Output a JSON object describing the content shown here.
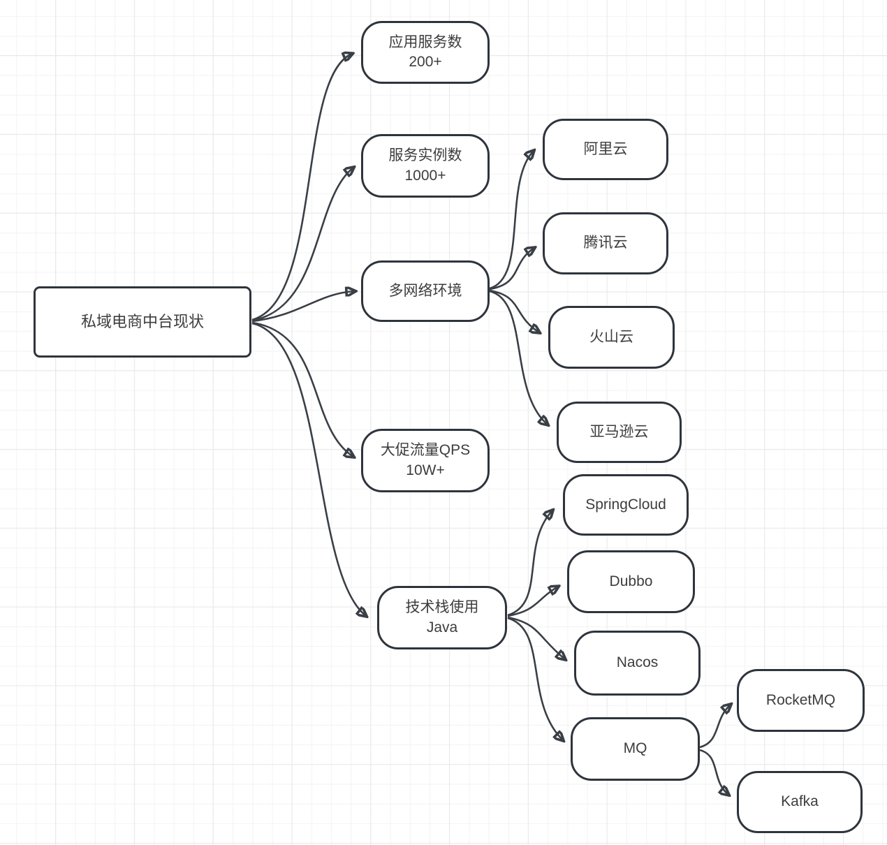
{
  "diagram": {
    "root": {
      "label": "私域电商中台现状"
    },
    "nodes": {
      "app": {
        "label": "应用服务数\n200+"
      },
      "inst": {
        "label": "服务实例数\n1000+"
      },
      "net": {
        "label": "多网络环境"
      },
      "qps": {
        "label": "大促流量QPS\n10W+"
      },
      "java": {
        "label": "技术栈使用\nJava"
      },
      "ali": {
        "label": "阿里云"
      },
      "tencent": {
        "label": "腾讯云"
      },
      "volcano": {
        "label": "火山云"
      },
      "amazon": {
        "label": "亚马逊云"
      },
      "springcloud": {
        "label": "SpringCloud"
      },
      "dubbo": {
        "label": "Dubbo"
      },
      "nacos": {
        "label": "Nacos"
      },
      "mq": {
        "label": "MQ"
      },
      "rocketmq": {
        "label": "RocketMQ"
      },
      "kafka": {
        "label": "Kafka"
      }
    },
    "edges": [
      {
        "from": "私域电商中台现状",
        "to": "应用服务数 200+"
      },
      {
        "from": "私域电商中台现状",
        "to": "服务实例数 1000+"
      },
      {
        "from": "私域电商中台现状",
        "to": "多网络环境"
      },
      {
        "from": "私域电商中台现状",
        "to": "大促流量QPS 10W+"
      },
      {
        "from": "私域电商中台现状",
        "to": "技术栈使用 Java"
      },
      {
        "from": "多网络环境",
        "to": "阿里云"
      },
      {
        "from": "多网络环境",
        "to": "腾讯云"
      },
      {
        "from": "多网络环境",
        "to": "火山云"
      },
      {
        "from": "多网络环境",
        "to": "亚马逊云"
      },
      {
        "from": "技术栈使用 Java",
        "to": "SpringCloud"
      },
      {
        "from": "技术栈使用 Java",
        "to": "Dubbo"
      },
      {
        "from": "技术栈使用 Java",
        "to": "Nacos"
      },
      {
        "from": "技术栈使用 Java",
        "to": "MQ"
      },
      {
        "from": "MQ",
        "to": "RocketMQ"
      },
      {
        "from": "MQ",
        "to": "Kafka"
      }
    ],
    "colors": {
      "node_border": "#2e343c",
      "edge": "#3a3f46",
      "text": "#3d3d3d",
      "background": "#ffffff",
      "grid_minor": "#f3f3f5",
      "grid_major": "#e9e9ec"
    }
  }
}
